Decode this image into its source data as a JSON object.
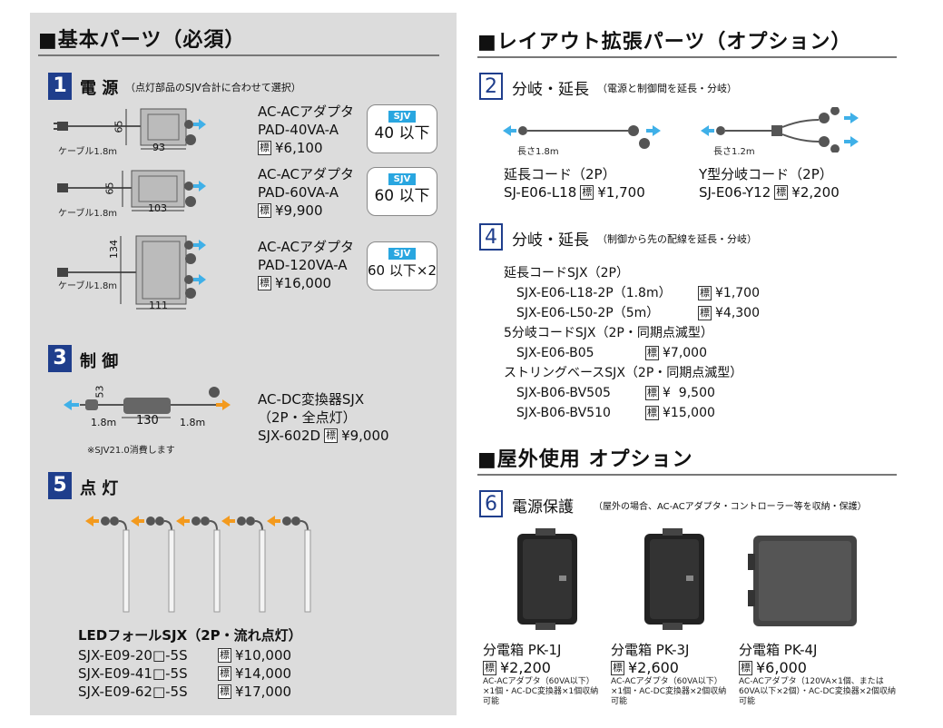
{
  "basic": {
    "title": "■基本パーツ（必須）",
    "power": {
      "num": "1",
      "label": "電 源",
      "note": "（点灯部品のSJV合計に合わせて選択）",
      "cable_label": "ケーブル1.8m",
      "items": [
        {
          "name": "AC-ACアダプタ",
          "model": "PAD-40VA-A",
          "hyo": "標",
          "price": "¥6,100",
          "sjv_tag": "SJV",
          "sjv": "40 以下",
          "dim_w": "93",
          "dim_h": "65"
        },
        {
          "name": "AC-ACアダプタ",
          "model": "PAD-60VA-A",
          "hyo": "標",
          "price": "¥9,900",
          "sjv_tag": "SJV",
          "sjv": "60 以下",
          "dim_w": "103",
          "dim_h": "65"
        },
        {
          "name": "AC-ACアダプタ",
          "model": "PAD-120VA-A",
          "hyo": "標",
          "price": "¥16,000",
          "sjv_tag": "SJV",
          "sjv": "60 以下×2",
          "dim_w": "111",
          "dim_h": "134"
        }
      ]
    },
    "control": {
      "num": "3",
      "label": "制 御",
      "dim_h": "53",
      "dim_w": "130",
      "cable_left": "1.8m",
      "cable_right": "1.8m",
      "note": "※SJV21.0消費します",
      "name1": "AC-DC変換器SJX",
      "name2": "（2P・全点灯）",
      "model": "SJX-602D",
      "hyo": "標",
      "price": "¥9,000"
    },
    "lighting": {
      "num": "5",
      "label": "点 灯",
      "product": "LEDフォールSJX（2P・流れ点灯）",
      "items": [
        {
          "model": "SJX-E09-20□-5S",
          "hyo": "標",
          "price": "¥10,000"
        },
        {
          "model": "SJX-E09-41□-5S",
          "hyo": "標",
          "price": "¥14,000"
        },
        {
          "model": "SJX-E09-62□-5S",
          "hyo": "標",
          "price": "¥17,000"
        }
      ]
    }
  },
  "layout_ext": {
    "title": "■レイアウト拡張パーツ（オプション）",
    "branch1": {
      "num": "2",
      "label": "分岐・延長",
      "note": "（電源と制御間を延長・分岐）",
      "items": [
        {
          "length": "長さ1.8m",
          "name": "延長コード（2P）",
          "model": "SJ-E06-L18",
          "hyo": "標",
          "price": "¥1,700"
        },
        {
          "length": "長さ1.2m",
          "name": "Y型分岐コード（2P）",
          "model": "SJ-E06-Y12",
          "hyo": "標",
          "price": "¥2,200"
        }
      ]
    },
    "branch2": {
      "num": "4",
      "label": "分岐・延長",
      "note": "（制御から先の配線を延長・分岐）",
      "groups": [
        {
          "heading": "延長コードSJX（2P）",
          "items": [
            {
              "model": "SJX-E06-L18-2P（1.8m）",
              "hyo": "標",
              "price": "¥1,700"
            },
            {
              "model": "SJX-E06-L50-2P（5m）",
              "hyo": "標",
              "price": "¥4,300"
            }
          ]
        },
        {
          "heading": "5分岐コードSJX（2P・同期点滅型）",
          "items": [
            {
              "model": "SJX-E06-B05",
              "hyo": "標",
              "price": "¥7,000"
            }
          ]
        },
        {
          "heading": "ストリングベースSJX（2P・同期点滅型）",
          "items": [
            {
              "model": "SJX-B06-BV505",
              "hyo": "標",
              "price": "¥  9,500"
            },
            {
              "model": "SJX-B06-BV510",
              "hyo": "標",
              "price": "¥15,000"
            }
          ]
        }
      ]
    }
  },
  "outdoor": {
    "title": "■屋外使用 オプション",
    "protect": {
      "num": "6",
      "label": "電源保護",
      "note": "（屋外の場合、AC-ACアダプタ・コントローラー等を収納・保護）",
      "items": [
        {
          "name": "分電箱 PK-1J",
          "hyo": "標",
          "price": "¥2,200",
          "desc": "AC-ACアダプタ（60VA以下）×1個・AC-DC変換器×1個収納可能"
        },
        {
          "name": "分電箱 PK-3J",
          "hyo": "標",
          "price": "¥2,600",
          "desc": "AC-ACアダプタ（60VA以下）×1個・AC-DC変換器×2個収納可能"
        },
        {
          "name": "分電箱 PK-4J",
          "hyo": "標",
          "price": "¥6,000",
          "desc": "AC-ACアダプタ（120VA×1個、または60VA以下×2個）・AC-DC変換器×2個収納可能"
        }
      ]
    }
  },
  "colors": {
    "navy": "#1f3e8c",
    "sjv_blue": "#29a6e0",
    "arrow_blue": "#3fb0e8",
    "arrow_orange": "#f39a1e",
    "panel_gray": "#dcdcdc"
  }
}
